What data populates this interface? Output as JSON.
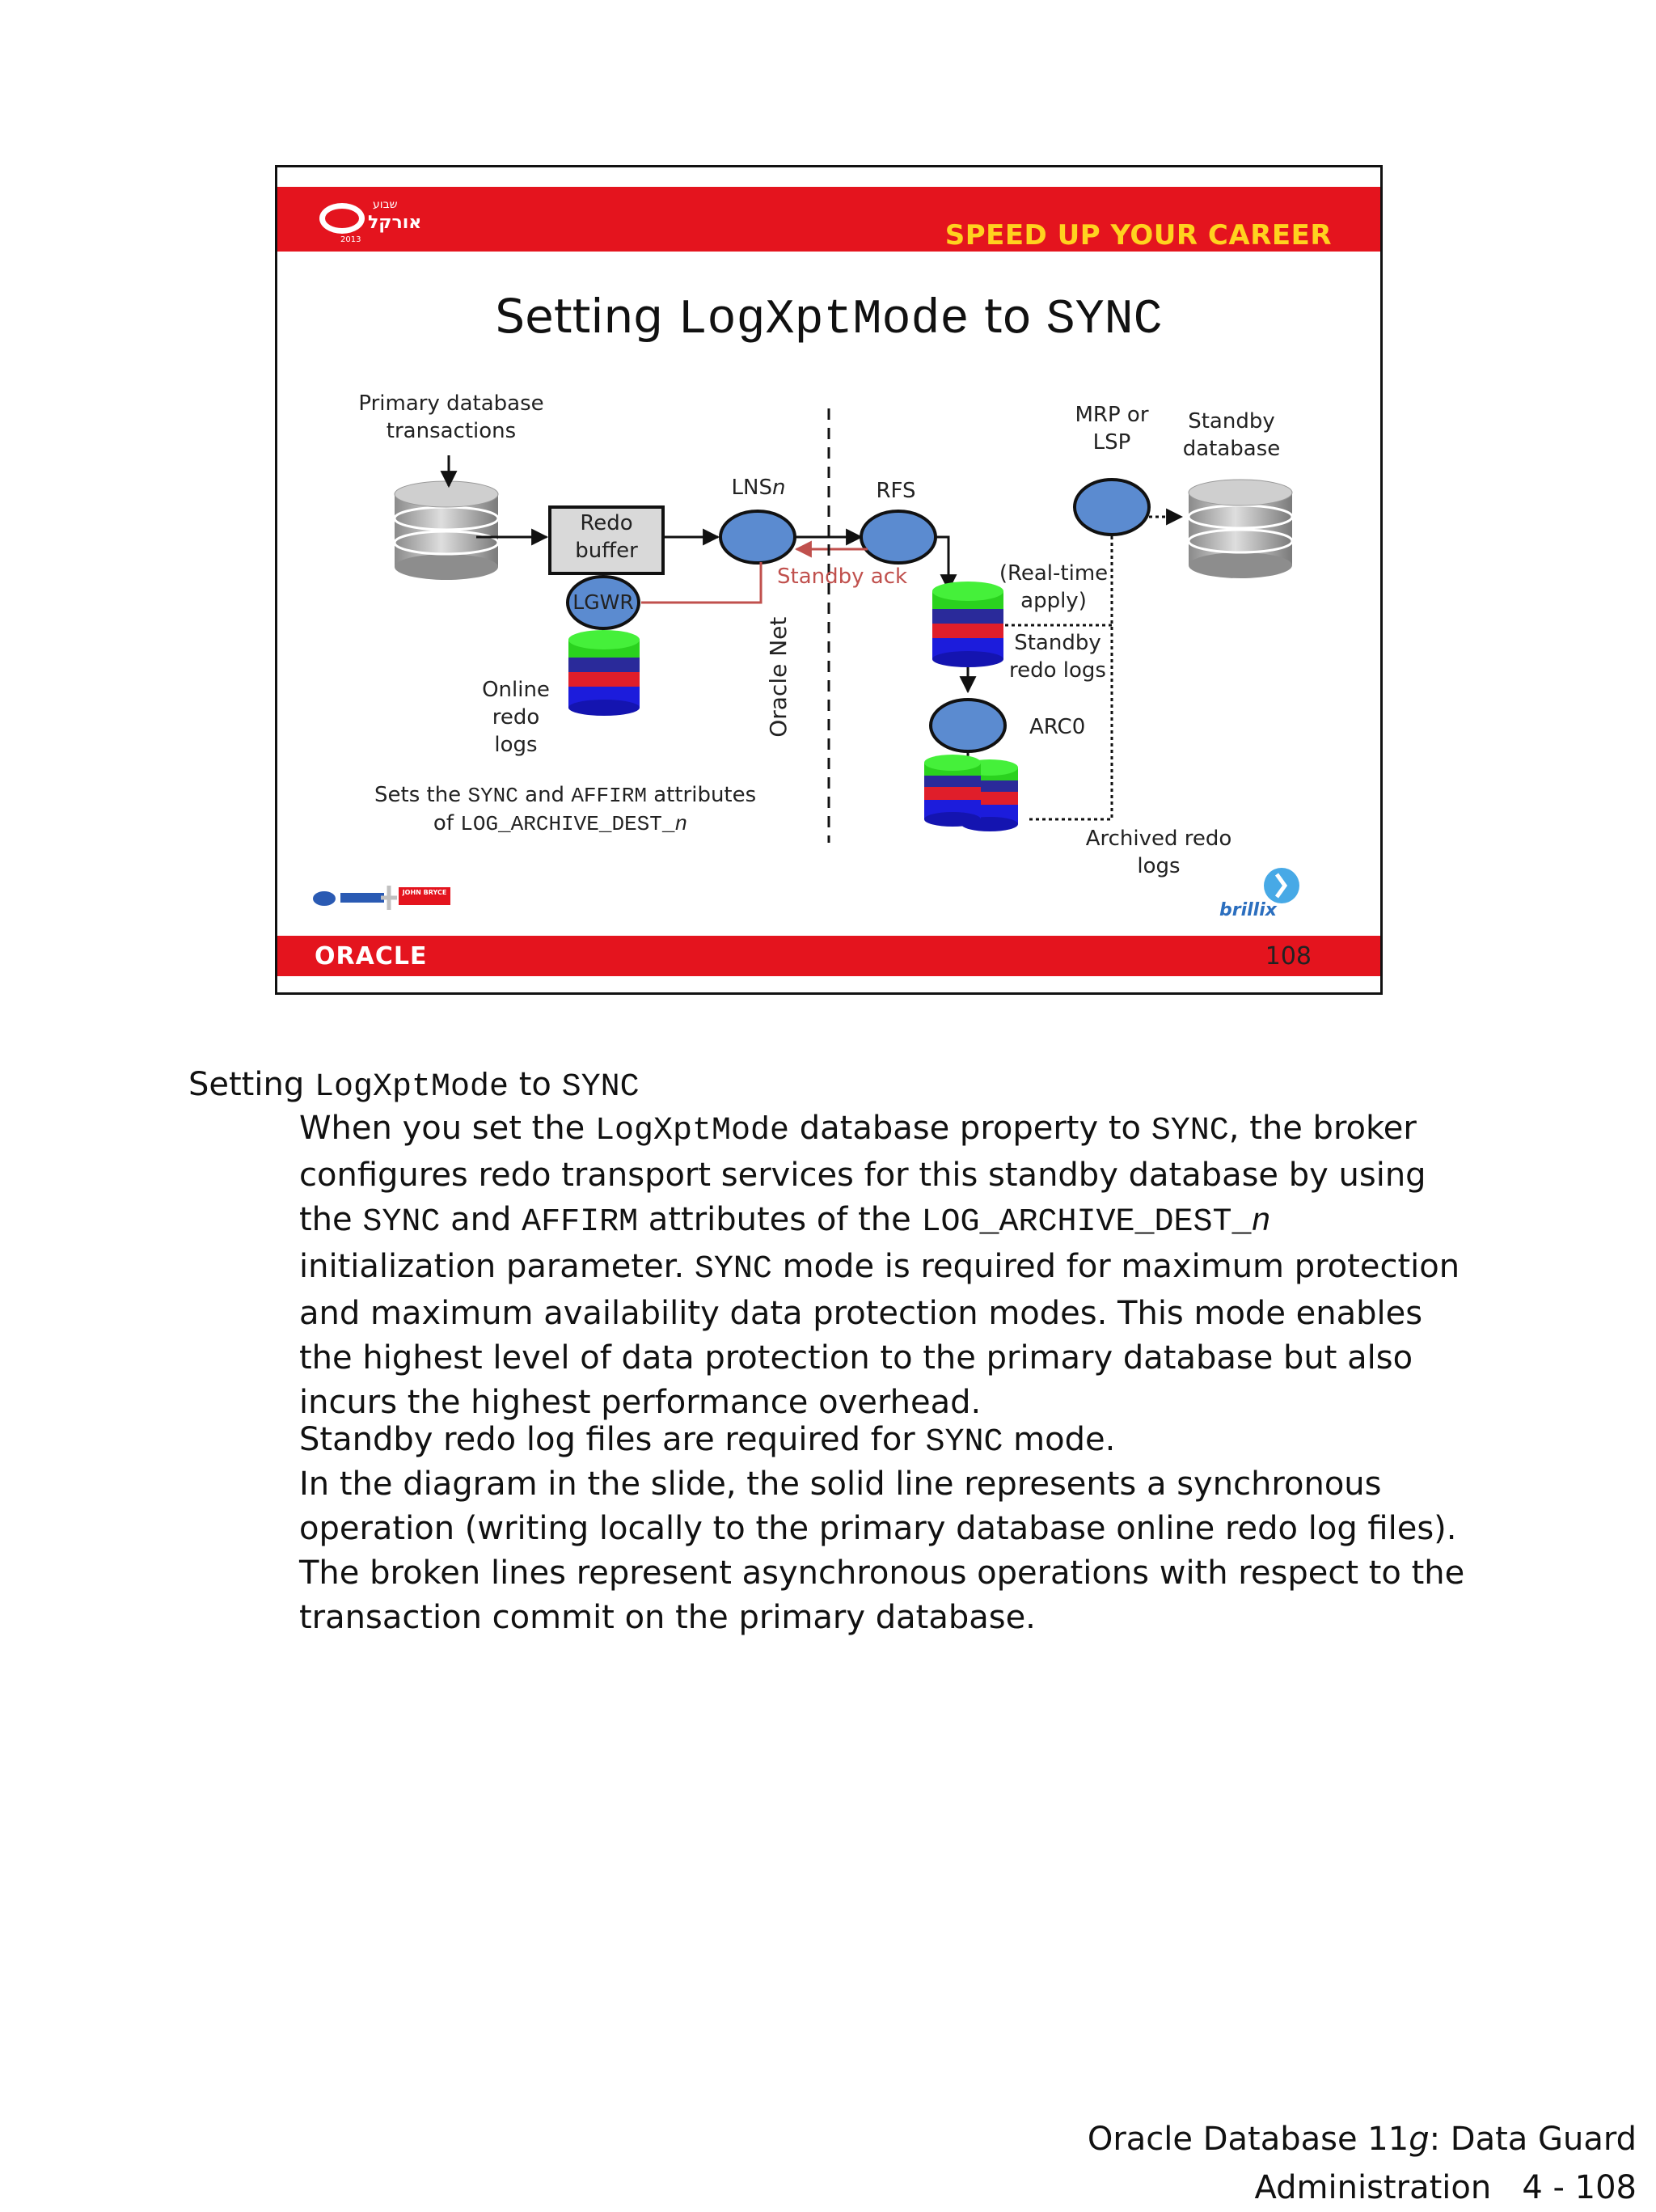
{
  "slide": {
    "header": {
      "logo_hebrew": "אורקל",
      "logo_hebrew_small": "שבוע",
      "logo_year": "2013",
      "slogan": "SPEED UP YOUR CAREER"
    },
    "title_prefix": "Setting ",
    "title_code1": "LogXptMode",
    "title_mid": " to ",
    "title_code2": "SYNC",
    "diagram": {
      "primary_tx_line1": "Primary database",
      "primary_tx_line2": "transactions",
      "redo_buffer_line1": "Redo",
      "redo_buffer_line2": "buffer",
      "lgwr": "LGWR",
      "lnsn_prefix": "LNS",
      "lnsn_suffix": "n",
      "rfs": "RFS",
      "standby_ack": "Standby ack",
      "oracle_net": "Oracle Net",
      "online_redo_line1": "Online",
      "online_redo_line2": "redo",
      "online_redo_line3": "logs",
      "sets_text_1": "Sets the ",
      "sets_sync": "SYNC",
      "sets_and": " and ",
      "sets_affirm": "AFFIRM",
      "sets_text_2": " attributes",
      "sets_of": "of ",
      "sets_param": "LOG_ARCHIVE_DEST_",
      "sets_n": "n",
      "mrp_line1": "MRP or",
      "mrp_line2": "LSP",
      "standby_db_line1": "Standby",
      "standby_db_line2": "database",
      "realtime_line1": "(Real-time",
      "realtime_line2": "apply)",
      "standby_redo_line1": "Standby",
      "standby_redo_line2": "redo logs",
      "arc0": "ARC0",
      "archived_line1": "Archived redo",
      "archived_line2": "logs"
    },
    "footer": {
      "oracle_logo": "ORACLE",
      "page": "108",
      "partner_logo_text": "JOHN BRYCE",
      "brillix_logo": "brillix"
    }
  },
  "document": {
    "heading_prefix": "Setting ",
    "heading_code1": "LogXptMode",
    "heading_mid": " to ",
    "heading_code2": "SYNC",
    "p1_a": "When you set the ",
    "p1_code1": "LogXptMode",
    "p1_b": " database property to ",
    "p1_code2": "SYNC",
    "p1_c": ", the broker configures redo transport services for this standby database by using the ",
    "p1_code3": "SYNC",
    "p1_d": " and ",
    "p1_code4": "AFFIRM",
    "p1_e": " attributes of the ",
    "p1_code5": "LOG_ARCHIVE_DEST_",
    "p1_code6": "n",
    "p1_f": " initialization parameter. ",
    "p1_code7": "SYNC",
    "p1_g": " mode is required for maximum protection and maximum availability data protection modes. This mode enables the highest level of data protection to the primary database but also incurs the highest performance overhead.",
    "p2_a": "Standby redo log files are required for ",
    "p2_code": "SYNC",
    "p2_b": " mode.",
    "p3": "In the diagram in the slide, the solid line represents a synchronous operation (writing locally to the primary database online redo log files). The broken lines represent asynchronous operations with respect to the transaction commit on the primary database."
  },
  "footer": {
    "line1_a": "Oracle Database 11",
    "line1_g": "g",
    "line1_b": ": Data Guard",
    "line2": "Administration   4 - 108"
  },
  "colors": {
    "brand_red": "#e4141e",
    "slogan_yellow": "#ffd21f",
    "process_blue": "#5b8bd0",
    "ack_red": "#c0504d"
  }
}
